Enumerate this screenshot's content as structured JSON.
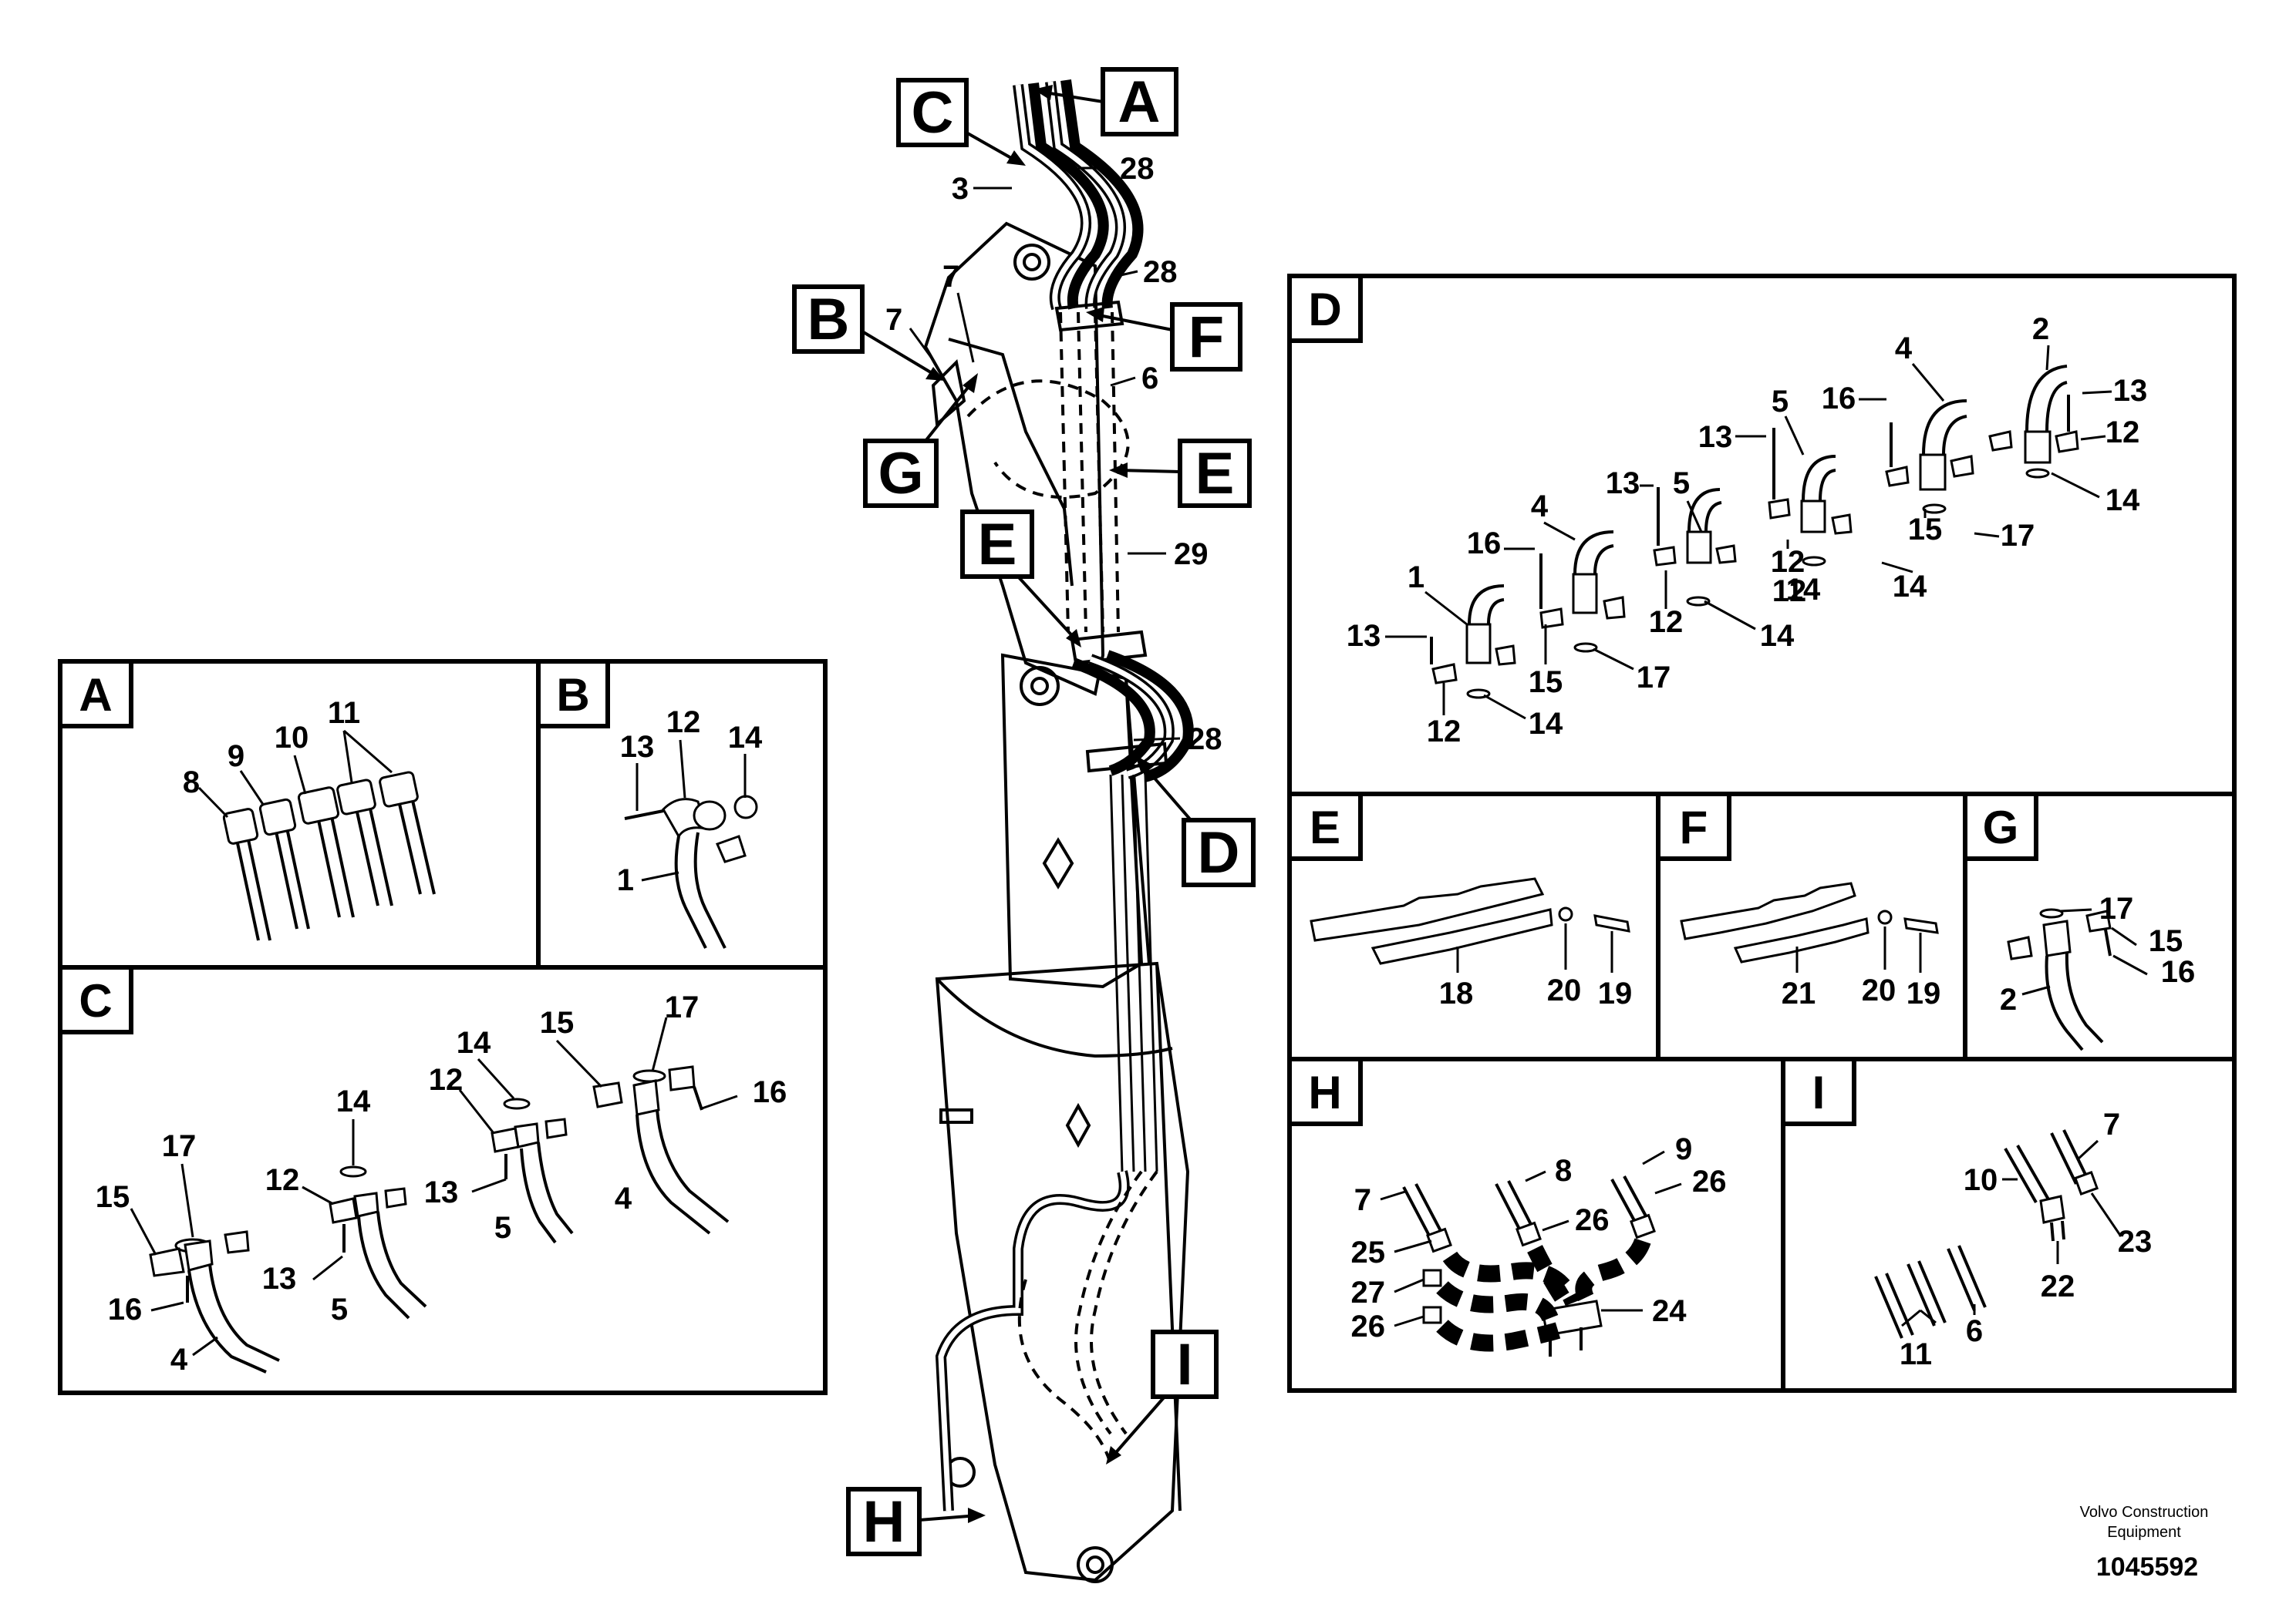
{
  "callouts": {
    "main": [
      {
        "id": "A",
        "letter": "A"
      },
      {
        "id": "C",
        "letter": "C"
      },
      {
        "id": "B",
        "letter": "B"
      },
      {
        "id": "G",
        "letter": "G"
      },
      {
        "id": "F",
        "letter": "F"
      },
      {
        "id": "E1",
        "letter": "E"
      },
      {
        "id": "E2",
        "letter": "E"
      },
      {
        "id": "D",
        "letter": "D"
      },
      {
        "id": "I",
        "letter": "I"
      },
      {
        "id": "H",
        "letter": "H"
      }
    ],
    "main_parts": [
      "3",
      "28",
      "28",
      "7",
      "7",
      "6",
      "29",
      "28"
    ]
  },
  "panels": {
    "A": {
      "letter": "A",
      "parts": [
        "8",
        "9",
        "10",
        "11"
      ]
    },
    "B": {
      "letter": "B",
      "parts": [
        "13",
        "12",
        "14",
        "1"
      ]
    },
    "C": {
      "letter": "C",
      "parts": [
        "17",
        "15",
        "16",
        "4",
        "14",
        "12",
        "13",
        "5",
        "14",
        "12",
        "13",
        "5",
        "15",
        "17",
        "16",
        "4"
      ]
    },
    "D": {
      "letter": "D",
      "parts": [
        "2",
        "4",
        "13",
        "16",
        "12",
        "12",
        "14",
        "5",
        "15",
        "17",
        "14",
        "13",
        "5",
        "12",
        "14",
        "13",
        "4",
        "16",
        "12",
        "17",
        "15",
        "14",
        "1",
        "13",
        "12",
        "14"
      ]
    },
    "E": {
      "letter": "E",
      "parts": [
        "18",
        "20",
        "19"
      ]
    },
    "F": {
      "letter": "F",
      "parts": [
        "21",
        "20",
        "19"
      ]
    },
    "G": {
      "letter": "G",
      "parts": [
        "17",
        "15",
        "16",
        "2"
      ]
    },
    "H": {
      "letter": "H",
      "parts": [
        "7",
        "8",
        "9",
        "26",
        "25",
        "26",
        "27",
        "26",
        "24"
      ]
    },
    "I": {
      "letter": "I",
      "parts": [
        "7",
        "10",
        "23",
        "22",
        "6",
        "11"
      ]
    }
  },
  "footer": {
    "brand_line1": "Volvo Construction",
    "brand_line2": "Equipment",
    "doc_number": "1045592"
  }
}
